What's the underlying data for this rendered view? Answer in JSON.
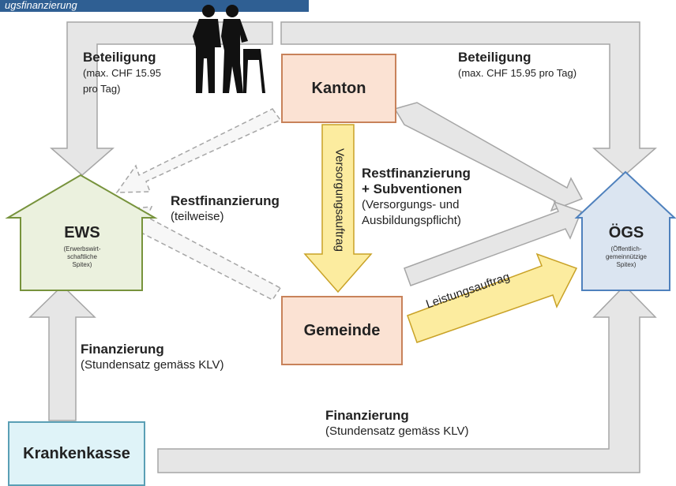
{
  "title_bar": "ugsfinanzierung",
  "nodes": {
    "kanton": "Kanton",
    "gemeinde": "Gemeinde",
    "krankenkasse": "Krankenkasse",
    "ews": {
      "title": "EWS",
      "subtitle": [
        "(Erwerbswirt-",
        "schaftliche",
        "Spitex)"
      ]
    },
    "oegs": {
      "title": "ÖGS",
      "subtitle": [
        "(Öffentlich-",
        "gemeinnützige",
        "Spitex)"
      ]
    }
  },
  "labels": {
    "beteiligung_left": {
      "title": "Beteiligung",
      "detail_1": "(max. CHF 15.95",
      "detail_2": "pro Tag)"
    },
    "beteiligung_right": {
      "title": "Beteiligung",
      "detail": "(max. CHF 15.95 pro Tag)"
    },
    "restfinanzierung_left": {
      "title": "Restfinanzierung",
      "detail": "(teilweise)"
    },
    "restfinanzierung_right": {
      "title_1": "Restfinanzierung",
      "title_2": "+ Subventionen",
      "detail_1": "(Versorgungs- und",
      "detail_2": "Ausbildungspflicht)"
    },
    "versorgungsauftrag": "Versorgungsauftrag",
    "leistungsauftrag": "Leistungsauftrag",
    "finanzierung_left": {
      "title": "Finanzierung",
      "detail": "(Stundensatz gemäss KLV)"
    },
    "finanzierung_bottom": {
      "title": "Finanzierung",
      "detail": "(Stundensatz gemäss KLV)"
    }
  },
  "colors": {
    "box_fill": "#fbe2d3",
    "box_border": "#c8825a",
    "kk_fill": "#dff3f8",
    "kk_border": "#5a9fb5",
    "ews_fill": "#ebf1de",
    "ews_border": "#77933c",
    "oegs_fill": "#dbe5f1",
    "oegs_border": "#4f81bd",
    "arrow_fill": "#e6e6e6",
    "arrow_border": "#a6a6a6",
    "yellow_fill": "#fcec9f",
    "yellow_border": "#c9a227"
  },
  "icons": [
    "elderly-people-walker-icon"
  ]
}
